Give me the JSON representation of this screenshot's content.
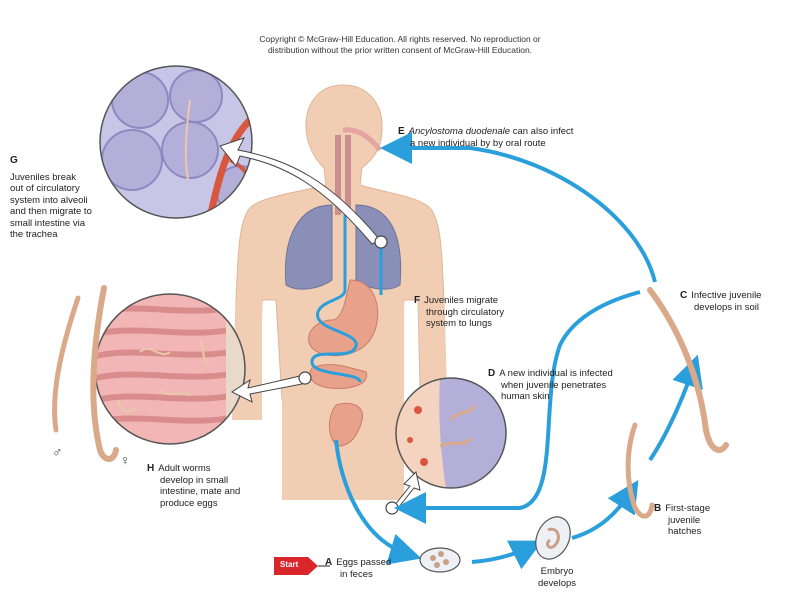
{
  "copyright": {
    "line1": "Copyright © McGraw-Hill Education. All rights reserved. No reproduction or",
    "line2": "distribution without the prior written consent of McGraw-Hill Education."
  },
  "labels": {
    "A": {
      "letter": "A",
      "lines": [
        "Eggs passed",
        "in feces"
      ]
    },
    "B": {
      "letter": "B",
      "lines": [
        "First-stage",
        "juvenile",
        "hatches"
      ]
    },
    "C": {
      "letter": "C",
      "lines": [
        "Infective juvenile",
        "develops in soil"
      ]
    },
    "D": {
      "letter": "D",
      "lines": [
        "A new individual is infected",
        "when juvenile penetrates",
        "human skin"
      ]
    },
    "E": {
      "letter": "E",
      "italic": "Ancylostoma duodenale",
      "line1_rest": " can also infect",
      "line2": "a new individual by by oral route"
    },
    "F": {
      "letter": "F",
      "lines": [
        "Juveniles migrate",
        "through circulatory",
        "system to lungs"
      ]
    },
    "G": {
      "letter": "G",
      "lines": [
        "Juveniles break",
        "out of circulatory",
        "system into alveoli",
        "and then migrate to",
        "small intestine via",
        "the trachea"
      ]
    },
    "H": {
      "letter": "H",
      "lines": [
        "Adult worms",
        "develop in small",
        "intestine, mate and",
        "produce eggs"
      ]
    },
    "embryo": {
      "lines": [
        "Embryo",
        "develops"
      ]
    }
  },
  "start_label": "Start",
  "symbols": {
    "male": "♂",
    "female": "♀"
  },
  "colors": {
    "arrow_blue": "#2b9fdc",
    "skin": "#f0cdb3",
    "lung": "#8a8fb8",
    "stomach": "#e8a28c",
    "worm": "#d9a98a",
    "start_red": "#d9262b"
  }
}
